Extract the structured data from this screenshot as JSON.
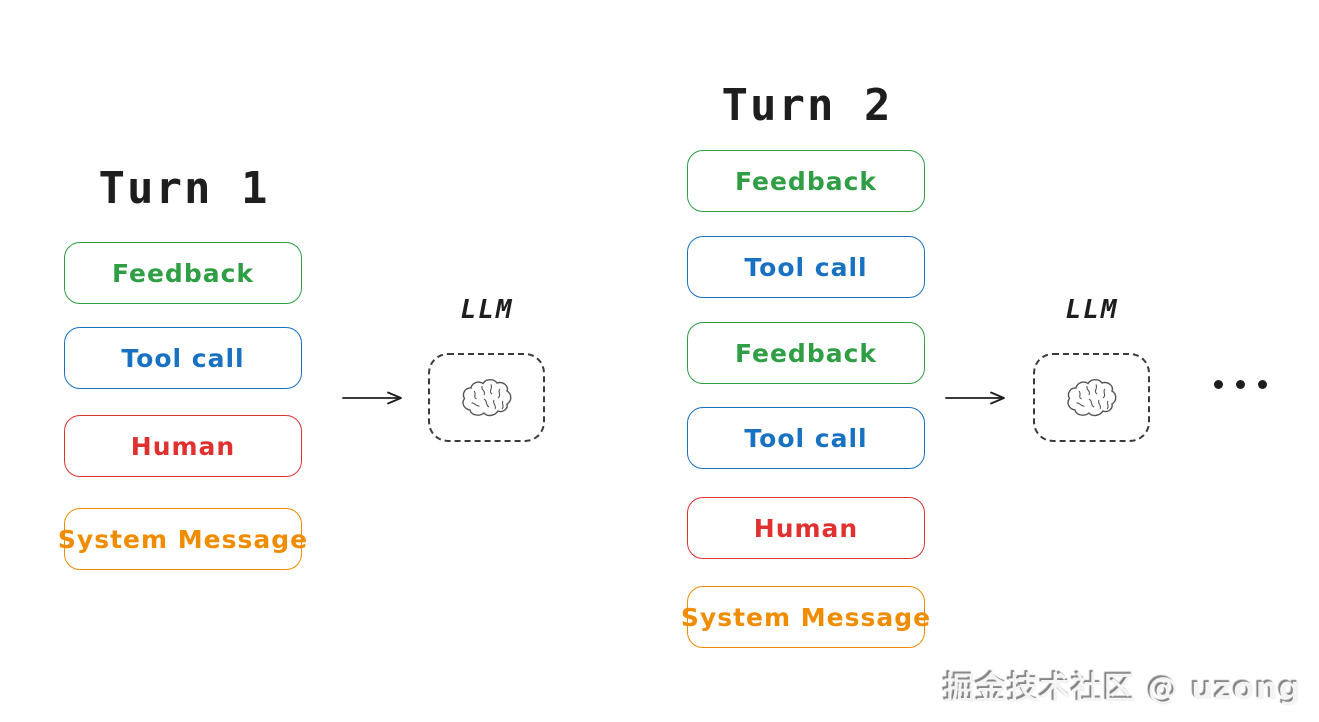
{
  "colors": {
    "green": "#2f9e44",
    "blue": "#1971c2",
    "red": "#e03131",
    "orange": "#f08c00",
    "ink": "#1e1e1e",
    "brain": "#555555"
  },
  "turn1": {
    "title": "Turn 1",
    "items": [
      {
        "label": "Feedback",
        "color": "green"
      },
      {
        "label": "Tool call",
        "color": "blue"
      },
      {
        "label": "Human",
        "color": "red"
      },
      {
        "label": "System Message",
        "color": "orange"
      }
    ]
  },
  "turn2": {
    "title": "Turn 2",
    "items": [
      {
        "label": "Feedback",
        "color": "green"
      },
      {
        "label": "Tool call",
        "color": "blue"
      },
      {
        "label": "Feedback",
        "color": "green"
      },
      {
        "label": "Tool call",
        "color": "blue"
      },
      {
        "label": "Human",
        "color": "red"
      },
      {
        "label": "System Message",
        "color": "orange"
      }
    ]
  },
  "llm1": {
    "label": "LLM",
    "icon": "brain-icon"
  },
  "llm2": {
    "label": "LLM",
    "icon": "brain-icon"
  },
  "ellipsis": {
    "icon": "ellipsis-icon",
    "text": "..."
  },
  "watermark": {
    "text": "掘金技术社区 @ uzong"
  }
}
